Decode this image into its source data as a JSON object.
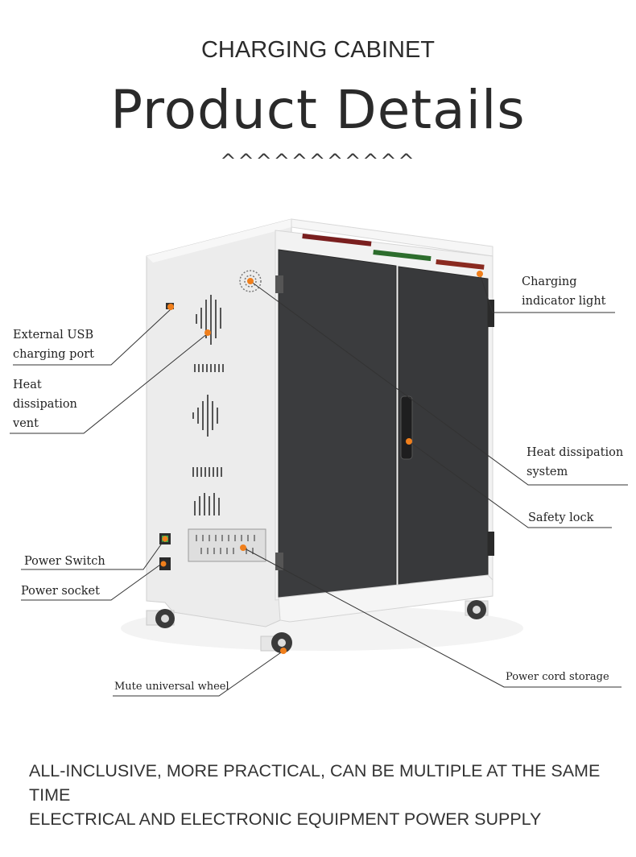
{
  "header": {
    "subtitle": "CHARGING CABINET",
    "title": "Product Details",
    "decoration": "^^^^^^^^^^^"
  },
  "labels": {
    "charging_indicator_line1": "Charging",
    "charging_indicator_line2": "indicator light",
    "usb_port_line1": "External USB",
    "usb_port_line2": "charging port",
    "vent_line1": "Heat",
    "vent_line2": "dissipation",
    "vent_line3": "vent",
    "heat_system_line1": "Heat dissipation",
    "heat_system_line2": "system",
    "safety_lock": "Safety lock",
    "power_switch": "Power Switch",
    "power_socket": "Power socket",
    "power_cord": "Power cord storage",
    "wheel": "Mute universal wheel"
  },
  "footer": {
    "line1": "ALL-INCLUSIVE, MORE PRACTICAL, CAN BE MULTIPLE AT THE SAME TIME",
    "line2": "ELECTRICAL AND ELECTRONIC EQUIPMENT POWER SUPPLY"
  },
  "colors": {
    "marker": "#f07f1c",
    "door": "#3a3b3d",
    "body": "#f1f1f1",
    "leader": "#333333"
  }
}
